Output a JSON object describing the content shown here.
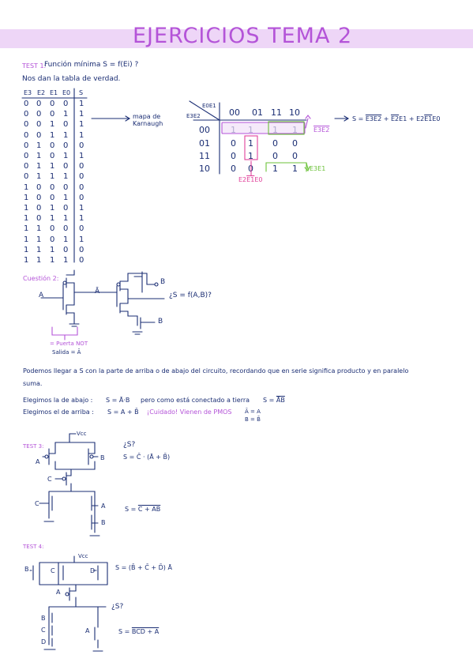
{
  "title": "EJERCICIOS TEMA 2",
  "test1": {
    "label": "TEST 1:",
    "question": "Función mínima  S = f(Ei) ?",
    "intro": "Nos dan la tabla de verdad.",
    "headers": [
      "E3",
      "E2",
      "E1",
      "E0",
      "S"
    ],
    "rows": [
      [
        "0",
        "0",
        "0",
        "0",
        "1"
      ],
      [
        "0",
        "0",
        "0",
        "1",
        "1"
      ],
      [
        "0",
        "0",
        "1",
        "0",
        "1"
      ],
      [
        "0",
        "0",
        "1",
        "1",
        "1"
      ],
      [
        "0",
        "1",
        "0",
        "0",
        "0"
      ],
      [
        "0",
        "1",
        "0",
        "1",
        "1"
      ],
      [
        "0",
        "1",
        "1",
        "0",
        "0"
      ],
      [
        "0",
        "1",
        "1",
        "1",
        "0"
      ],
      [
        "1",
        "0",
        "0",
        "0",
        "0"
      ],
      [
        "1",
        "0",
        "0",
        "1",
        "0"
      ],
      [
        "1",
        "0",
        "1",
        "0",
        "1"
      ],
      [
        "1",
        "0",
        "1",
        "1",
        "1"
      ],
      [
        "1",
        "1",
        "0",
        "0",
        "0"
      ],
      [
        "1",
        "1",
        "0",
        "1",
        "1"
      ],
      [
        "1",
        "1",
        "1",
        "0",
        "0"
      ],
      [
        "1",
        "1",
        "1",
        "1",
        "0"
      ]
    ],
    "arrow_label": "mapa de Karnaugh",
    "kmap": {
      "col_var": "E0E1",
      "row_var": "E3E2",
      "col_headers": [
        "00",
        "01",
        "11",
        "10"
      ],
      "row_headers": [
        "00",
        "01",
        "11",
        "10"
      ],
      "cells": [
        [
          "1",
          "1",
          "1",
          "1"
        ],
        [
          "0",
          "1",
          "0",
          "0"
        ],
        [
          "0",
          "1",
          "0",
          "0"
        ],
        [
          "0",
          "0",
          "1",
          "1"
        ]
      ],
      "result": "S = E3E2 + E2E1 + E2E1E0",
      "group_top": "E3E2",
      "group_bottom": "E3E1",
      "group_vertical": "E2E1E0",
      "colors": {
        "group_top": "#b454d8",
        "group_green": "#6cc23a",
        "group_pink": "#e0409a"
      }
    }
  },
  "q2": {
    "label": "Cuestión 2:",
    "input_a": "A",
    "node_a": "Ā",
    "input_b1": "B",
    "input_b2": "B",
    "question": "¿S = f(A,B)?",
    "note1": "= Puerta NOT",
    "note2": "Salida = Ā"
  },
  "explanation": {
    "line1": "Podemos llegar a S con la parte de arriba o de abajo del circuito, recordando que en serie significa producto y en paralelo",
    "line2": "suma.",
    "below_lead": "Elegimos la de abajo :",
    "below_expr": "S = Ā·B",
    "below_mid": "pero como está conectado a tierra",
    "below_result": "S = ĀB",
    "above_lead": "Elegimos el de arriba :",
    "above_expr": "S = A + B̄",
    "above_warning": "¡Cuidado! Vienen de PMOS",
    "above_note1": "Ā = A",
    "above_note2": "B = B̄"
  },
  "test3": {
    "label": "TEST 3:",
    "vcc": "Vcc",
    "a": "A",
    "b": "B",
    "c1": "C",
    "c2": "C",
    "a2": "A",
    "b2": "B",
    "question": "¿S?",
    "expr1": "S = C̄ · (Ā + B̄)",
    "expr2": "S = C + AB"
  },
  "test4": {
    "label": "TEST 4:",
    "vcc": "Vcc",
    "b": "B",
    "c": "C",
    "d": "D",
    "a": "A",
    "expr1": "S = (B̄ + C̄ + D̄) Ā",
    "question": "¿S?",
    "b2": "B",
    "c2": "C",
    "d2": "D",
    "a2": "A",
    "expr2": "S = BCD + A"
  }
}
